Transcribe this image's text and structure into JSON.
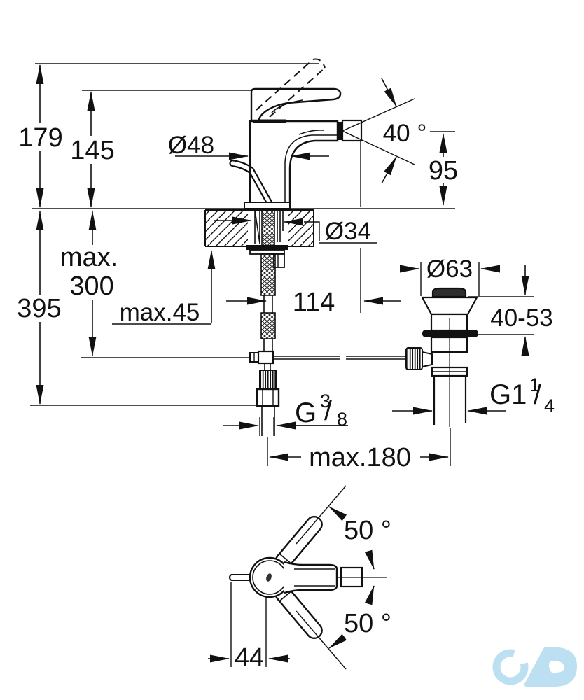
{
  "colors": {
    "line": "#111111",
    "background": "#ffffff",
    "logo_watermark": "#bcdff2"
  },
  "front_view": {
    "total_height": "179",
    "lever_height": "145",
    "body_diameter": "Ø48",
    "spout_angle": "40 °",
    "spout_outlet_height": "95",
    "mounting_hole_diameter": "Ø34",
    "max_label": "max.",
    "max_hose_depth": "300",
    "total_depth": "395",
    "max_deck_thickness": "max.45",
    "spout_projection": "114",
    "supply_thread": {
      "prefix": "G",
      "numerator": "3",
      "slash": "/",
      "denominator": "8"
    },
    "max_reach": "max.180"
  },
  "waste_view": {
    "flange_diameter": "Ø63",
    "deck_thickness_range": "40-53",
    "waste_thread": {
      "prefix": "G1",
      "numerator": "1",
      "slash": "/",
      "denominator": "4"
    }
  },
  "top_view": {
    "handle_swing_up": "50 °",
    "handle_swing_down": "50 °",
    "rod_offset": "44"
  }
}
